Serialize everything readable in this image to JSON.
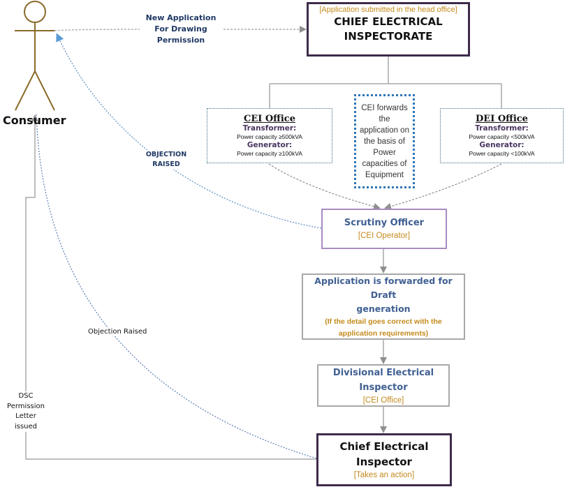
{
  "actor": {
    "label": "Consumer"
  },
  "edges": {
    "new_application": [
      "New Application",
      "For Drawing",
      "Permission"
    ],
    "objection_raised_upper": [
      "OBJECTION",
      "RAISED"
    ],
    "objection_raised_lower": "Objection Raised",
    "dsc_issued": [
      "DSC",
      "Permission",
      "Letter",
      "issued"
    ]
  },
  "head_office": {
    "note": "[Application submitted in the head office]",
    "title_lines": [
      "CHIEF ELECTRICAL",
      "INSPECTORATE"
    ]
  },
  "cei_office": {
    "title": "CEI Office",
    "transformer_label": "Transformer:",
    "transformer_value": "Power capacity ≥500kVA",
    "generator_label": "Generator:",
    "generator_value": "Power capacity ≥100kVA"
  },
  "forward_note": {
    "lines": [
      "CEI forwards",
      "the",
      "application on",
      "the basis of",
      "Power",
      "capacities of",
      "Equipment"
    ]
  },
  "dei_office": {
    "title": "DEI Office",
    "transformer_label": "Transformer:",
    "transformer_value": "Power capacity <500kVA",
    "generator_label": "Generator:",
    "generator_value": "Power capacity <100kVA"
  },
  "scrutiny": {
    "title": "Scrutiny Officer",
    "subtitle": "[CEI Operator]"
  },
  "draft": {
    "title_lines": [
      "Application is forwarded for Draft",
      "generation"
    ],
    "note_lines": [
      "(If the detail goes correct with the",
      "application requirements)"
    ]
  },
  "divisional": {
    "title_lines": [
      "Divisional Electrical",
      "Inspector"
    ],
    "subtitle": "[CEI Office]"
  },
  "chief": {
    "title_lines": [
      "Chief Electrical",
      "Inspector"
    ],
    "subtitle": "[Takes an action]"
  },
  "colors": {
    "actor": "#8a6a2a",
    "blue_dotted": "#5b8cc2",
    "grey_line": "#a0a0a0",
    "dark_border": "#3d2b4a",
    "purple_border": "#a98bc0",
    "gold": "#c48a1b",
    "blue_text": "#3f5f92"
  }
}
